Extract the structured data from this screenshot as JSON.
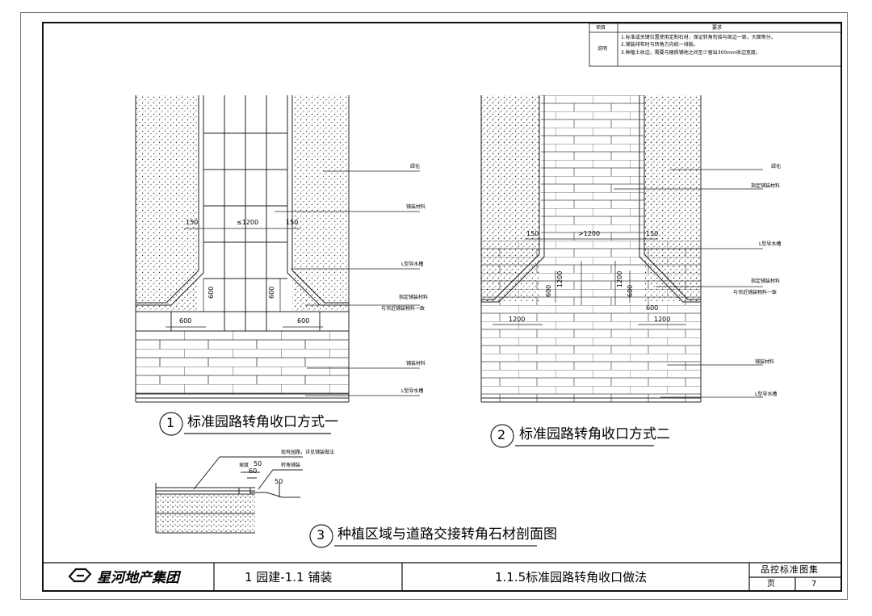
{
  "requirements_table": {
    "header_item": "项目",
    "header_req": "要求",
    "row_item": "说明",
    "lines": [
      "1.标准或关键位置使用定制石材，保证转角衔接与周边一致，大面等分。",
      "2.铺装排布时与转角方向统一排版。",
      "3.种植土收边，需要与硬质铺地之间至少留出300mm收边宽度。"
    ]
  },
  "detail1": {
    "labels": {
      "planting": "绿化",
      "paving": "铺装材料",
      "gutter": "L型导水槽",
      "special": "指定铺装材料",
      "special_note": "与邻近铺装物料一致",
      "paving2": "铺装材料",
      "gutter2": "L型导水槽"
    },
    "dims": {
      "d150a": "150",
      "d1200": "≤1200",
      "d150b": "150",
      "d600a": "600",
      "d600b": "600",
      "d600c": "600",
      "d600d": "600"
    },
    "caption_num": "1",
    "caption": "标准园路转角收口方式一"
  },
  "detail2": {
    "labels": {
      "planting": "绿化",
      "paving": "指定铺装材料",
      "gutter": "L型导水槽",
      "special": "指定铺装材料",
      "special_note": "与邻近铺装物料一致",
      "paving2": "铺装材料",
      "gutter2": "L型导水槽"
    },
    "dims": {
      "d150a": "150",
      "d1200": ">1200",
      "d150b": "150",
      "d600a": "600",
      "d1200a": "1200",
      "d1200b": "1200",
      "d600b": "600",
      "d1200c": "1200",
      "d1200d": "1200",
      "d600c": "600"
    },
    "caption_num": "2",
    "caption": "标准园路转角收口方式二"
  },
  "detail3": {
    "labels": {
      "top": "现有园路，详见铺装做法",
      "corner": "转角铺装",
      "slope": "坡度"
    },
    "dims": {
      "d50a": "50",
      "d60": "60",
      "d50b": "50"
    },
    "caption_num": "3",
    "caption": "种植区域与道路交接转角石材剖面图"
  },
  "title_block": {
    "company": "星河地产集团",
    "category": "1 园建-1.1 铺装",
    "drawing_title": "1.1.5标准园路转角收口做法",
    "atlas": "品控标准图集",
    "page_label": "页",
    "page_number": "7"
  }
}
